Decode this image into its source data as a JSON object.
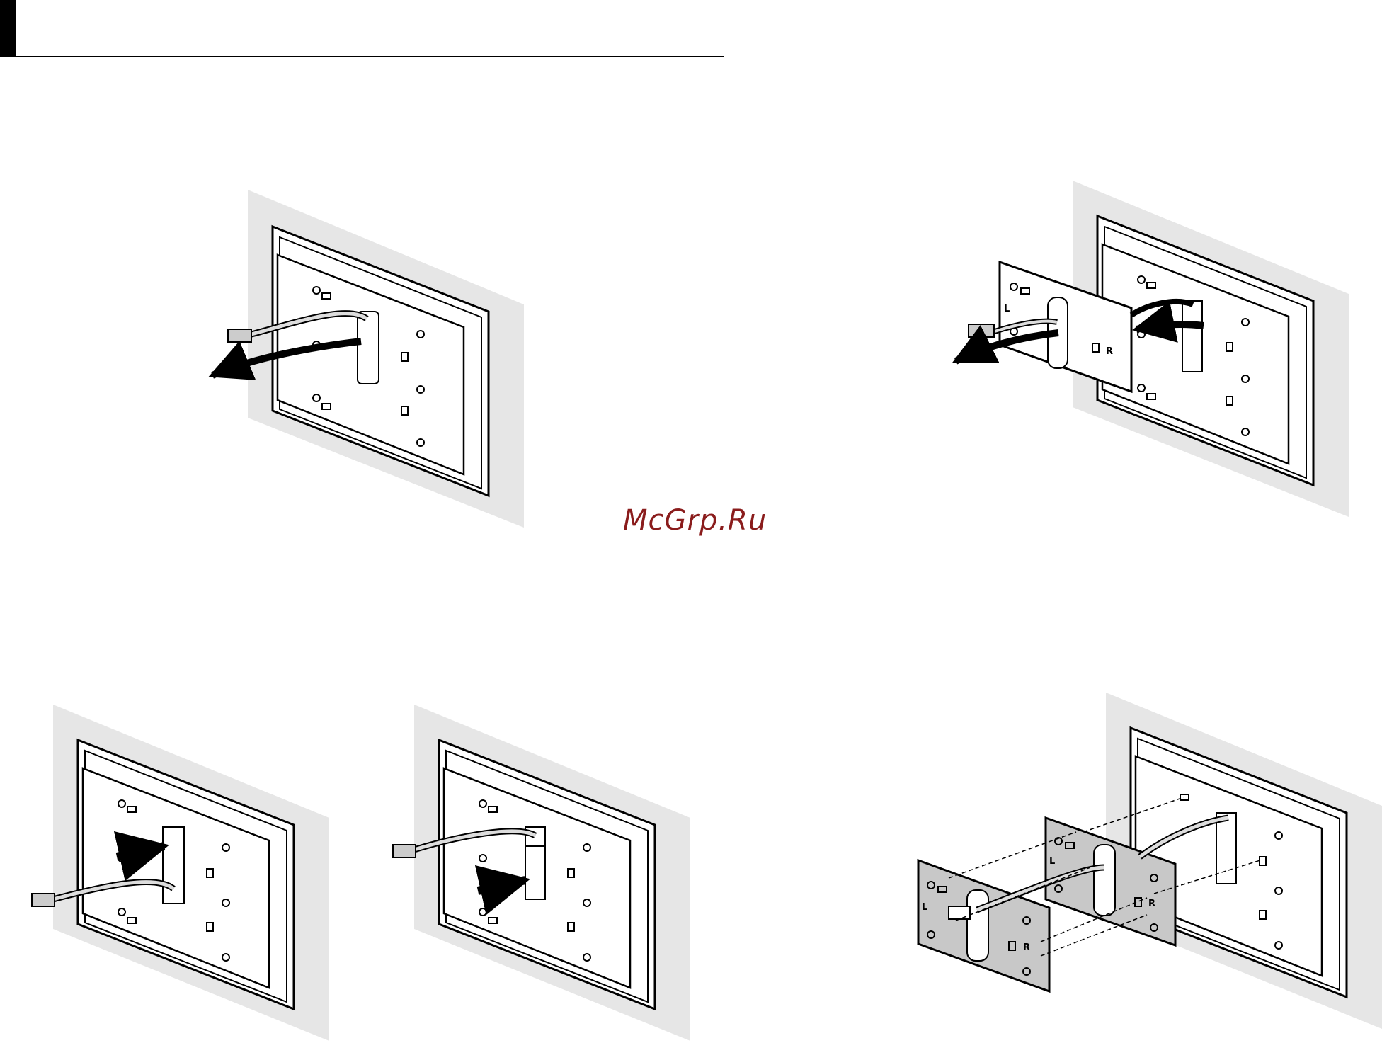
{
  "watermark": "McGrp.Ru",
  "labels": {
    "left": "L",
    "right": "R"
  },
  "colors": {
    "wall": "#e6e6e6",
    "plate_gray": "#c8c8c8",
    "ink": "#000000",
    "watermark": "#8a1c1c"
  }
}
